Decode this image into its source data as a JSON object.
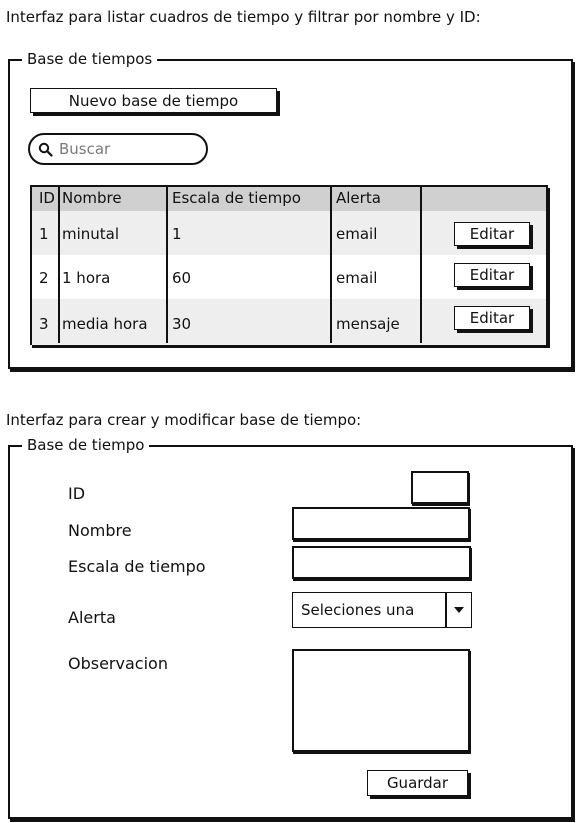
{
  "list_section": {
    "caption": "Interfaz para listar cuadros de tiempo y filtrar por nombre y ID:",
    "legend": "Base de tiempos",
    "new_button_label": "Nuevo base de tiempo",
    "search": {
      "placeholder": "Buscar"
    },
    "table": {
      "headers": [
        "ID",
        "Nombre",
        "Escala de tiempo",
        "Alerta"
      ],
      "rows": [
        {
          "id": "1",
          "nombre": "minutal",
          "escala": "1",
          "alerta": "email",
          "action": "Editar"
        },
        {
          "id": "2",
          "nombre": "1 hora",
          "escala": "60",
          "alerta": "email",
          "action": "Editar"
        },
        {
          "id": "3",
          "nombre": "media hora",
          "escala": "30",
          "alerta": "mensaje",
          "action": "Editar"
        }
      ]
    }
  },
  "form_section": {
    "caption": "Interfaz para crear y modificar base de tiempo:",
    "legend": "Base de tiempo",
    "labels": {
      "id": "ID",
      "nombre": "Nombre",
      "escala": "Escala de tiempo",
      "alerta": "Alerta",
      "observacion": "Observacion"
    },
    "values": {
      "id": "",
      "nombre": "",
      "escala": "",
      "observacion": ""
    },
    "alerta_select": {
      "selected": "Seleciones una"
    },
    "save_button_label": "Guardar"
  },
  "icons": {
    "search": "search-icon",
    "dropdown": "chevron-down-icon"
  }
}
